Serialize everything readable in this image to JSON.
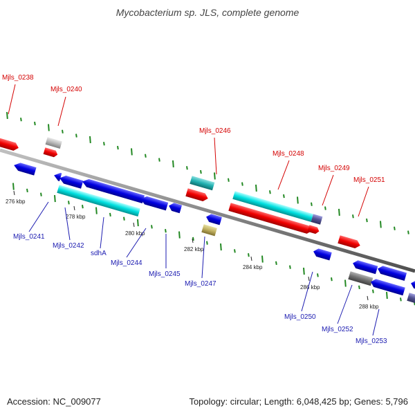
{
  "title": "Mycobacterium sp. JLS, complete genome",
  "footer": {
    "accession": "Accession: NC_009077",
    "summary": "Topology: circular; Length: 6,048,425 bp; Genes: 5,796"
  },
  "colors": {
    "backbone": "#808080",
    "forward_strand": "#e8000b",
    "reverse_strand": "#0a0ae0",
    "rna": "#00dede",
    "gc_dots": "#228822",
    "forward_label": "#d40000",
    "reverse_label": "#1a1ab0"
  },
  "scale_ticks": [
    "276 kbp",
    "278 kbp",
    "280 kbp",
    "282 kbp",
    "284 kbp",
    "286 kbp",
    "288 kbp"
  ],
  "forward_labels": [
    "Mjls_0238",
    "Mjls_0240",
    "Mjls_0246",
    "Mjls_0248",
    "Mjls_0249",
    "Mjls_0251"
  ],
  "reverse_labels": [
    "Mjls_0241",
    "Mjls_0242",
    "sdhA",
    "Mjls_0244",
    "Mjls_0245",
    "Mjls_0247",
    "Mjls_0250",
    "Mjls_0252",
    "Mjls_0253"
  ]
}
